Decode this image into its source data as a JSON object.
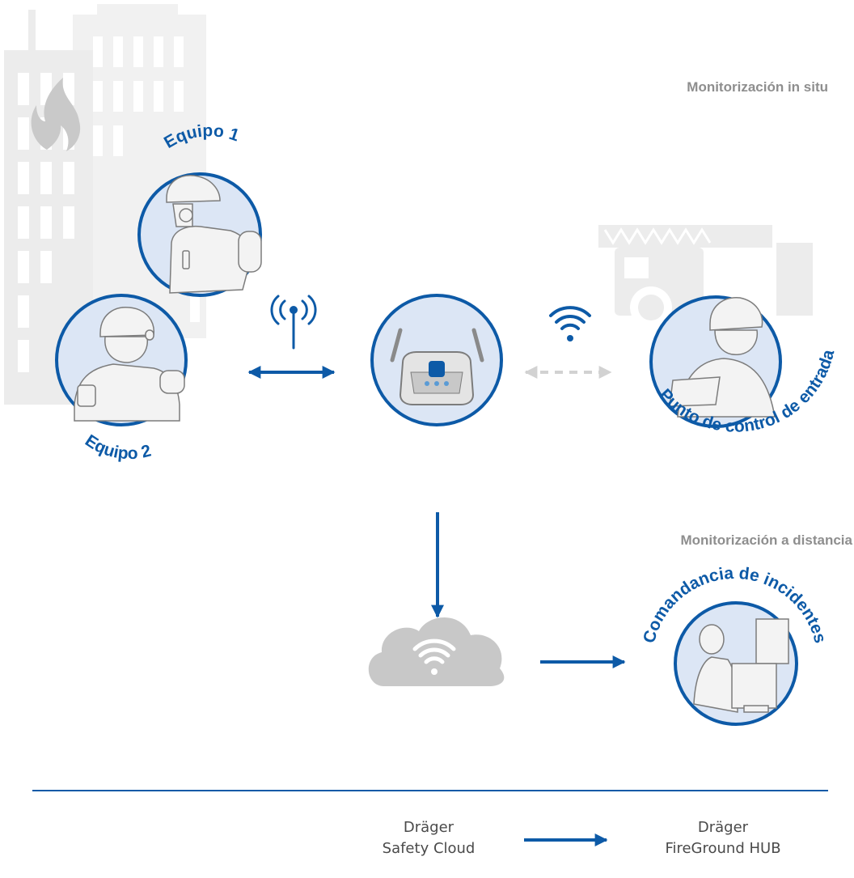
{
  "sections": {
    "onsite": "Monitorización in situ",
    "remote": "Monitorización a distancia"
  },
  "nodes": {
    "team1": "Equipo 1",
    "team2": "Equipo 2",
    "entry_control": "Punto de control de entrada",
    "incident_command": "Comandancia de incidentes"
  },
  "legend": {
    "left_line1": "Dräger",
    "left_line2": "Safety Cloud",
    "right_line1": "Dräger",
    "right_line2": "FireGround HUB"
  },
  "colors": {
    "primary_blue": "#0d5aa7",
    "circle_fill": "#dce6f5",
    "building_gray": "#ececec",
    "cloud_gray": "#c8c8c8",
    "label_gray": "#8e8e8e",
    "dashed_arrow_gray": "#d2d2d2"
  },
  "icons": [
    "building-icon",
    "flame-icon",
    "fire-truck-icon",
    "radio-antenna-icon",
    "wifi-icon",
    "cloud-icon",
    "firefighter-icon",
    "hub-device-icon",
    "commander-icon"
  ]
}
